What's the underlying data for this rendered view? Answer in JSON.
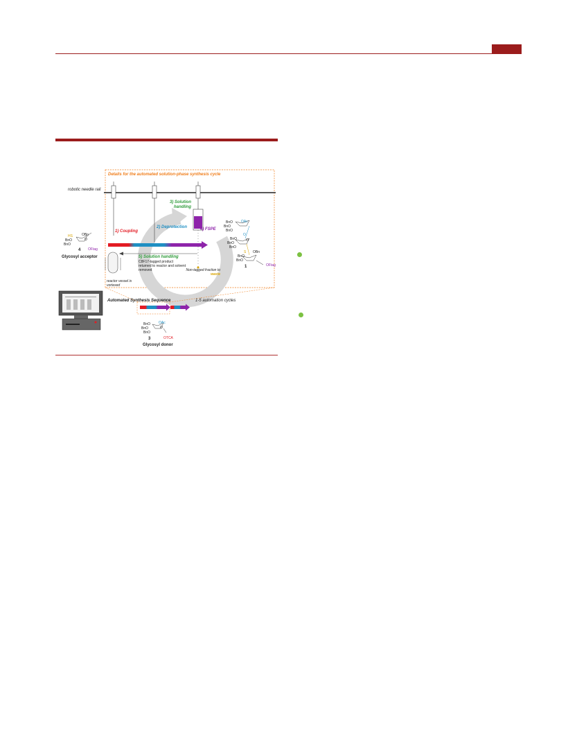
{
  "colors": {
    "brand": "#9b1c1c",
    "orange": "#f07d1a",
    "red": "#e31b23",
    "blue": "#1f8fc3",
    "green": "#2e9b3a",
    "purple": "#8e24aa",
    "yellow": "#d9a400",
    "lime": "#7cc142",
    "arc": "#d6d6d6"
  },
  "figure": {
    "box_title": "Details for the automated solution-phase synthesis cycle",
    "rail_label": "robotic needle rail",
    "steps": {
      "coupling": "1) Coupling",
      "deprotection": "2) Deprotection",
      "solution_handling_3": "3) Solution handling",
      "fspe": "4) FSPE",
      "solution_handling_5": "5) Solution handling",
      "solution_handling_5_detail": "C8F17-tagged product returned to reactor and solvent removed"
    },
    "reactor_label": "reactor vessel is vortexed",
    "nontagged_label_prefix": "Non-tagged fraction",
    "nontagged_label_suffix": "to",
    "waste_label": "waste",
    "sequence_label": "Automated Synthesis Sequence",
    "cycles_label": "1-5 automation cycles",
    "acceptor": {
      "number": "4",
      "name": "Glycosyl acceptor",
      "hs": "HS",
      "obn": "OBn",
      "o": "O",
      "bno1": "BnO",
      "bno2": "BnO",
      "ftag": "OFtag"
    },
    "donor": {
      "number": "3",
      "name": "Glycosyl donor",
      "bno1": "BnO",
      "bno2": "BnO",
      "bno3": "BnO",
      "oac": "OAc",
      "o": "O",
      "otca": "OTCA"
    },
    "product": {
      "number": "1",
      "bno_a": "BnO",
      "bno_b": "BnO",
      "bno_c": "BnO",
      "oac": "OAc",
      "o_link": "O",
      "bno_d": "BnO",
      "bno_e": "BnO",
      "bno_f": "BnO",
      "o_ring": "O",
      "s": "S",
      "obn": "OBn",
      "bno_g": "BnO",
      "bno_h": "BnO",
      "ftag": "OFtag"
    }
  }
}
